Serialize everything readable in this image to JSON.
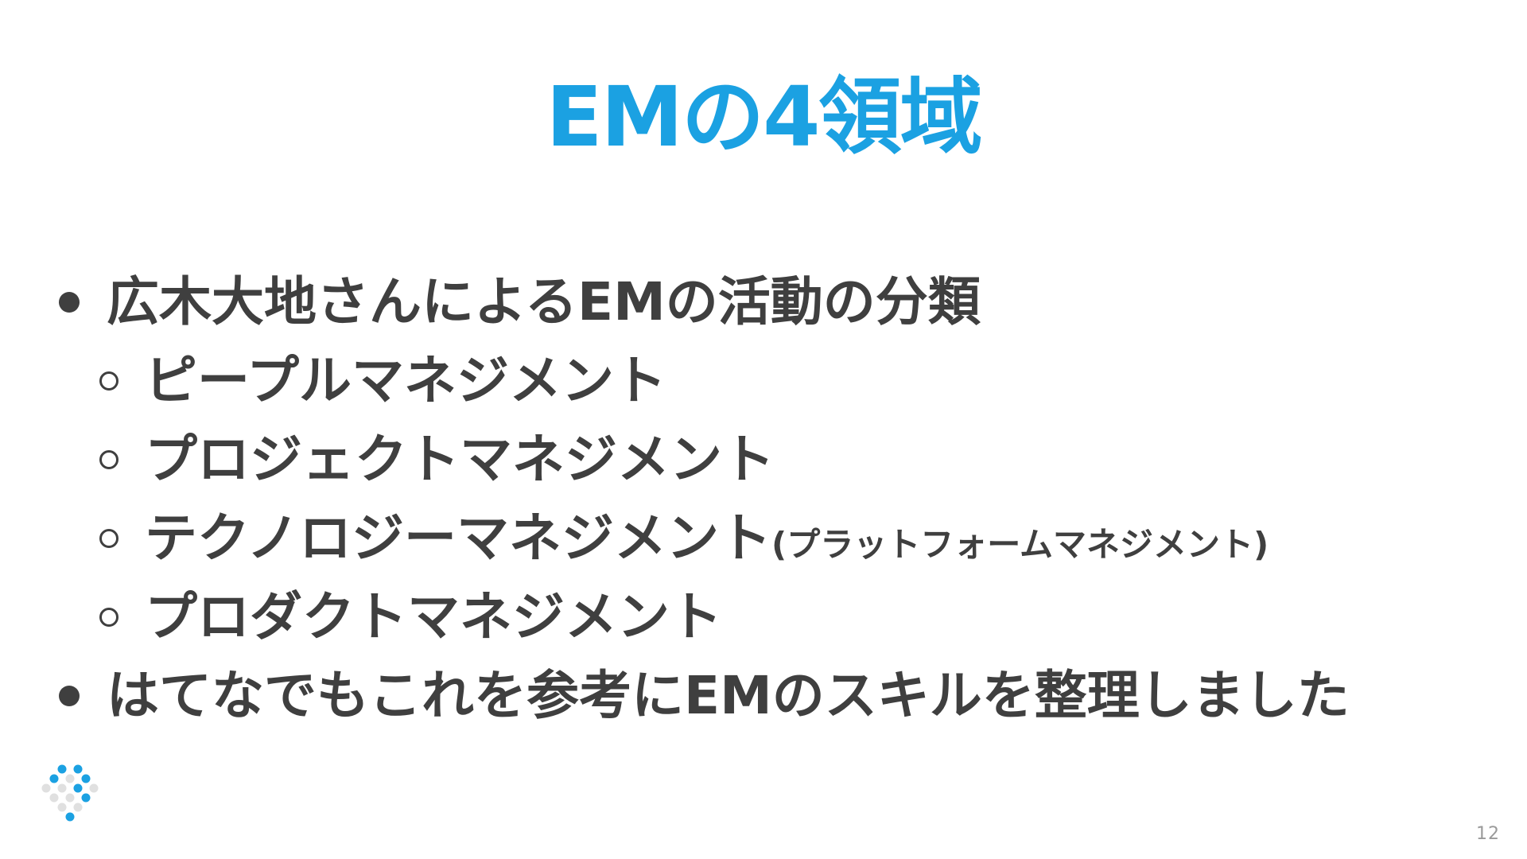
{
  "slide": {
    "title": "EMの4領域",
    "page_number": "12"
  },
  "colors": {
    "title": "#1ba1e2",
    "body_text": "#3f3f3f",
    "page_number": "#9a9a9a",
    "logo_blue": "#1ba1e2",
    "logo_gray": "#e0e0e0"
  },
  "bullets": [
    {
      "level": 1,
      "text": "広木大地さんによるEMの活動の分類"
    },
    {
      "level": 2,
      "text": "ピープルマネジメント"
    },
    {
      "level": 2,
      "text": "プロジェクトマネジメント"
    },
    {
      "level": 2,
      "text": "テクノロジーマネジメント",
      "suffix": "(プラットフォームマネジメント)"
    },
    {
      "level": 2,
      "text": "プロダクトマネジメント"
    },
    {
      "level": 1,
      "text": "はてなでもこれを参考にEMのスキルを整理しました"
    }
  ],
  "logo": {
    "icon": "dot-matrix-logo"
  }
}
